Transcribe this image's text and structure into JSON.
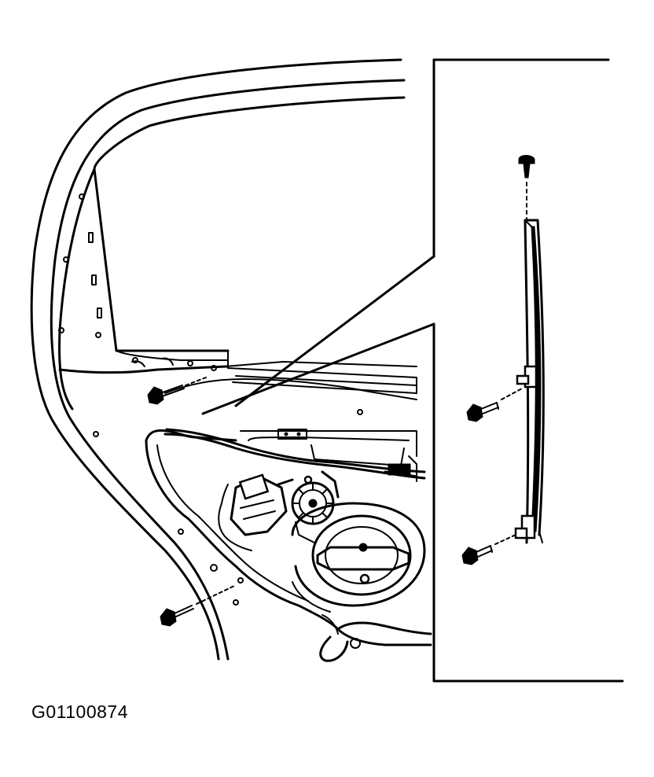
{
  "figure": {
    "code": "G01100874"
  },
  "parts": {
    "door": "rear-door-panel",
    "window": "door-window-opening",
    "regulator": "window-regulator-motor",
    "speaker": "speaker",
    "fasteners": [
      "bolt",
      "bolt",
      "bolt",
      "bolt",
      "push-pin-retainer"
    ],
    "detail": "window-channel-run"
  }
}
